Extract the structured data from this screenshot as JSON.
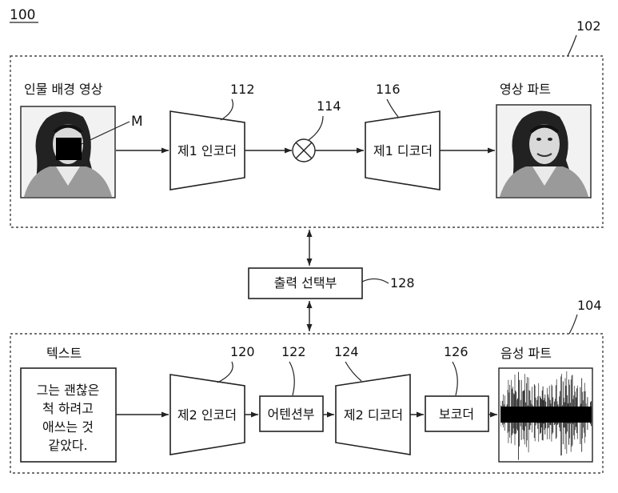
{
  "figure_number": "100",
  "video_section": {
    "ref": "102",
    "input_label": "인물 배경 영상",
    "mask_label": "M",
    "encoder": {
      "ref": "112",
      "label": "제1 인코더"
    },
    "combiner": {
      "ref": "114"
    },
    "decoder": {
      "ref": "116",
      "label": "제1 디코더"
    },
    "output_label": "영상 파트"
  },
  "selector": {
    "ref": "128",
    "label": "출력 선택부"
  },
  "audio_section": {
    "ref": "104",
    "input_label": "텍스트",
    "text_lines": [
      "그는 괜찮은",
      "척 하려고",
      "애쓰는 것",
      "같았다."
    ],
    "encoder": {
      "ref": "120",
      "label": "제2 인코더"
    },
    "attention": {
      "ref": "122",
      "label": "어텐션부"
    },
    "decoder": {
      "ref": "124",
      "label": "제2 디코더"
    },
    "vocoder": {
      "ref": "126",
      "label": "보코더"
    },
    "output_label": "음성 파트"
  }
}
